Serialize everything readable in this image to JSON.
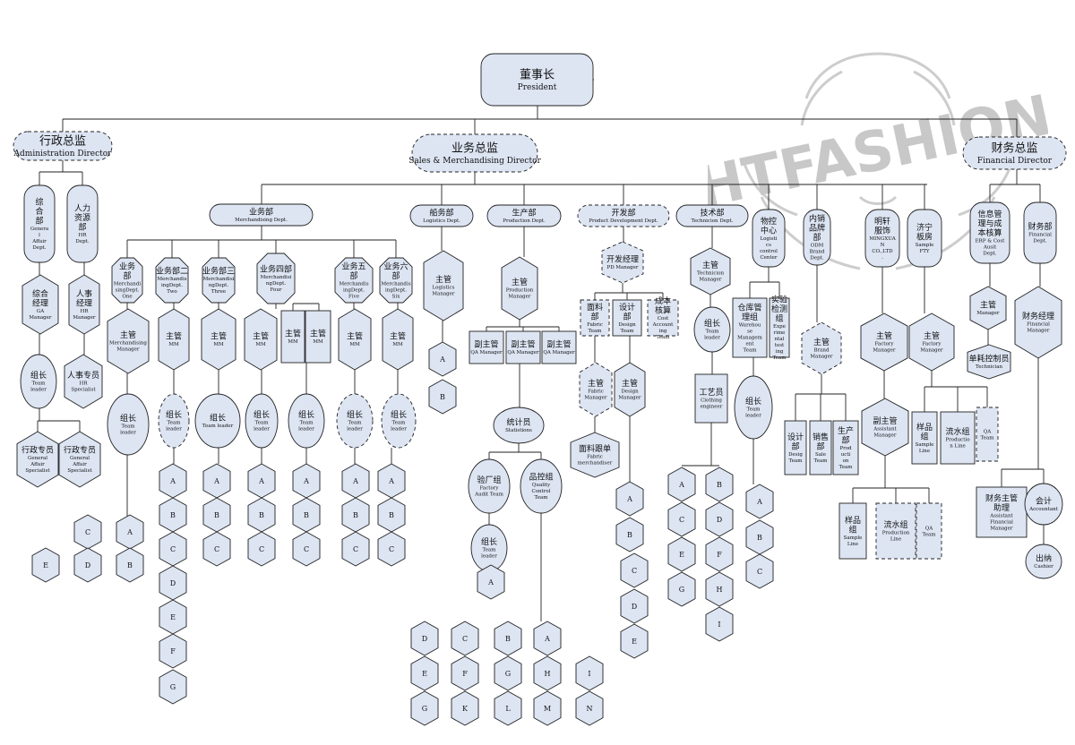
{
  "watermark": {
    "text": "HTFASHION",
    "color": "#c8c8c8"
  },
  "colors": {
    "fill": "#dde5f3",
    "stroke": "#222222",
    "text": "#111111"
  },
  "nodes": [
    {
      "id": "president",
      "shape": "rounded",
      "lines": [
        "董事长",
        "President"
      ],
      "big": true
    },
    {
      "id": "admin-dir",
      "shape": "pill",
      "dash": true,
      "lines": [
        "行政总监",
        "Administration Director"
      ],
      "big": true
    },
    {
      "id": "sales-dir",
      "shape": "pill",
      "dash": true,
      "lines": [
        "业务总监",
        "Sales & Merchandising Director"
      ],
      "big": true
    },
    {
      "id": "fin-dir",
      "shape": "pill",
      "dash": true,
      "lines": [
        "财务总监",
        "Financial Director"
      ],
      "big": true
    },
    {
      "id": "general-affair-dept",
      "shape": "pill-v",
      "lines": [
        "综",
        "合",
        "部",
        "Genera",
        "l",
        "Affair",
        "Dept."
      ]
    },
    {
      "id": "hr-dept",
      "shape": "pill-v",
      "lines": [
        "人力",
        "资源",
        "部",
        "HR",
        "Dept."
      ]
    },
    {
      "id": "ga-manager",
      "shape": "hex",
      "lines": [
        "综合",
        "经理",
        "GA",
        "Manager"
      ]
    },
    {
      "id": "hr-manager",
      "shape": "hex",
      "lines": [
        "人事",
        "经理",
        "HR",
        "Manager"
      ]
    },
    {
      "id": "ga-team-leader",
      "shape": "oval",
      "lines": [
        "组长",
        "Team",
        "leader"
      ]
    },
    {
      "id": "hr-specialist",
      "shape": "hex",
      "lines": [
        "人事专员",
        "HR",
        "Specialist"
      ]
    },
    {
      "id": "ga-specialist-1",
      "shape": "hex",
      "lines": [
        "行政专员",
        "General",
        "Affair",
        "Specialist"
      ]
    },
    {
      "id": "ga-specialist-2",
      "shape": "hex",
      "lines": [
        "行政专员",
        "General",
        "Affair",
        "Specialist"
      ]
    },
    {
      "id": "merch-dept",
      "shape": "pill",
      "lines": [
        "业务部",
        "Merchandising Dept."
      ]
    },
    {
      "id": "merch-1",
      "shape": "hex-v",
      "lines": [
        "业务",
        "部",
        "Merchandi",
        "singDept.",
        "One"
      ]
    },
    {
      "id": "merch-2",
      "shape": "hex-v",
      "lines": [
        "业务部二",
        "Merchandis",
        "ingDept.",
        "Two"
      ]
    },
    {
      "id": "merch-3",
      "shape": "hex-v",
      "lines": [
        "业务部三",
        "Merchandisi",
        "ngDept.",
        "Three"
      ]
    },
    {
      "id": "merch-4",
      "shape": "hex-v",
      "lines": [
        "业务四部",
        "Merchandisi",
        "ngDept.",
        "Four"
      ]
    },
    {
      "id": "merch-5",
      "shape": "hex-v",
      "lines": [
        "业务五",
        "部",
        "Merchandis",
        "ingDept.",
        "Five"
      ]
    },
    {
      "id": "merch-6",
      "shape": "hex-v",
      "lines": [
        "业务六",
        "部",
        "Merchandis",
        "ingDept.",
        "Six"
      ]
    },
    {
      "id": "m1-manager",
      "shape": "hex",
      "lines": [
        "主管",
        "Merchandising",
        "Manager"
      ]
    },
    {
      "id": "m2-mm",
      "shape": "hex",
      "lines": [
        "主管",
        "MM"
      ]
    },
    {
      "id": "m3-mm",
      "shape": "hex",
      "lines": [
        "主管",
        "MM"
      ]
    },
    {
      "id": "m4-mm",
      "shape": "hex",
      "lines": [
        "主管",
        "MM"
      ]
    },
    {
      "id": "m4-mm-a",
      "shape": "rect",
      "lines": [
        "主管",
        "MM"
      ]
    },
    {
      "id": "m4-mm-b",
      "shape": "rect",
      "lines": [
        "主管",
        "MM"
      ]
    },
    {
      "id": "m5-mm",
      "shape": "hex",
      "lines": [
        "主管",
        "MM"
      ]
    },
    {
      "id": "m6-mm",
      "shape": "hex",
      "lines": [
        "主管",
        "MM"
      ]
    },
    {
      "id": "m1-leader",
      "shape": "oval",
      "lines": [
        "组长",
        "Team",
        "leader"
      ]
    },
    {
      "id": "m2-leader",
      "shape": "oval",
      "dash": true,
      "lines": [
        "组长",
        "Team",
        "leader"
      ]
    },
    {
      "id": "m3-leader",
      "shape": "oval",
      "lines": [
        "组长",
        "Team leader"
      ]
    },
    {
      "id": "m4-leader-a",
      "shape": "oval",
      "lines": [
        "组长",
        "Team",
        "leader"
      ]
    },
    {
      "id": "m4-leader-b",
      "shape": "oval",
      "lines": [
        "组长",
        "Team",
        "leader"
      ]
    },
    {
      "id": "m5-leader",
      "shape": "oval",
      "dash": true,
      "lines": [
        "组长",
        "Team",
        "leader"
      ]
    },
    {
      "id": "m6-leader",
      "shape": "oval",
      "dash": true,
      "lines": [
        "组长",
        "Team",
        "leader"
      ]
    },
    {
      "id": "logistics-dept",
      "shape": "pill",
      "lines": [
        "船务部",
        "Logistics Dept."
      ]
    },
    {
      "id": "logistics-manager",
      "shape": "hex",
      "lines": [
        "主管",
        "Logistics",
        "Manager"
      ]
    },
    {
      "id": "production-dept",
      "shape": "pill",
      "lines": [
        "生产部",
        "Production Dept."
      ]
    },
    {
      "id": "production-manager",
      "shape": "hex",
      "lines": [
        "主管",
        "Production",
        "Manager"
      ]
    },
    {
      "id": "qa-manager-1",
      "shape": "rect",
      "lines": [
        "副主管",
        "QA Manager"
      ]
    },
    {
      "id": "qa-manager-2",
      "shape": "rect",
      "lines": [
        "副主管",
        "QA Manager"
      ]
    },
    {
      "id": "qa-manager-3",
      "shape": "rect",
      "lines": [
        "副主管",
        "QA Manager"
      ]
    },
    {
      "id": "statistics",
      "shape": "oval",
      "lines": [
        "统计员",
        "Statistions"
      ]
    },
    {
      "id": "audit-team",
      "shape": "oval",
      "lines": [
        "验厂组",
        "Factory",
        "Audit Team"
      ]
    },
    {
      "id": "qc-team",
      "shape": "oval",
      "lines": [
        "品控组",
        "Quality",
        "Control",
        "Team"
      ]
    },
    {
      "id": "audit-leader",
      "shape": "oval",
      "lines": [
        "组长",
        "Team",
        "leader"
      ]
    },
    {
      "id": "pd-dept",
      "shape": "pill",
      "dash": true,
      "lines": [
        "开发部",
        "Product Development Dept."
      ]
    },
    {
      "id": "pd-manager",
      "shape": "hex",
      "dash": true,
      "lines": [
        "开发经理",
        "PD Manager"
      ]
    },
    {
      "id": "fabric-team",
      "shape": "rect",
      "dash": true,
      "lines": [
        "面料",
        "部",
        "Fabric",
        "Team"
      ]
    },
    {
      "id": "design-team",
      "shape": "rect",
      "lines": [
        "设计",
        "部",
        "Design",
        "Team"
      ]
    },
    {
      "id": "cost-team",
      "shape": "rect",
      "dash": true,
      "lines": [
        "成本",
        "核算",
        "Cost",
        "Account",
        "ing",
        "Team"
      ]
    },
    {
      "id": "fabric-manager",
      "shape": "hex",
      "dash": true,
      "lines": [
        "主管",
        "Fabric",
        "Manager"
      ]
    },
    {
      "id": "design-manager",
      "shape": "hex",
      "lines": [
        "主管",
        "Design",
        "Manager"
      ]
    },
    {
      "id": "fabric-merch",
      "shape": "hex",
      "lines": [
        "面料跟单",
        "Fabric",
        "merchandiser"
      ]
    },
    {
      "id": "tech-dept",
      "shape": "pill",
      "lines": [
        "技术部",
        "Technicion Dept."
      ]
    },
    {
      "id": "tech-manager",
      "shape": "hex",
      "lines": [
        "主管",
        "Technicion",
        "Manager"
      ]
    },
    {
      "id": "tech-leader",
      "shape": "oval",
      "lines": [
        "组长",
        "Team",
        "leader"
      ]
    },
    {
      "id": "clothing-engineer",
      "shape": "rect",
      "lines": [
        "工艺员",
        "Clothing",
        "engineer"
      ]
    },
    {
      "id": "logistics-center",
      "shape": "pill-v",
      "lines": [
        "物控",
        "中心",
        "Logisti",
        "cs",
        "control",
        "Center"
      ]
    },
    {
      "id": "warehouse-team",
      "shape": "rect",
      "lines": [
        "仓库管",
        "理组",
        "Warehou",
        "se",
        "Managem",
        "ent",
        "Team"
      ]
    },
    {
      "id": "exp-team",
      "shape": "rect",
      "lines": [
        "实验",
        "检测",
        "组",
        "Expe",
        "rime",
        "ntal",
        "test",
        "ing",
        "Team"
      ]
    },
    {
      "id": "wh-leader",
      "shape": "oval",
      "lines": [
        "组长",
        "Team",
        "leader"
      ]
    },
    {
      "id": "odm-dept",
      "shape": "pill-v",
      "lines": [
        "内销",
        "品牌",
        "部",
        "ODM",
        "Brand",
        "Dept."
      ]
    },
    {
      "id": "brand-manager",
      "shape": "hex",
      "dash": true,
      "lines": [
        "主管",
        "Brand",
        "Manager"
      ]
    },
    {
      "id": "odm-design",
      "shape": "rect",
      "lines": [
        "设计",
        "部",
        "Desig",
        "Team"
      ]
    },
    {
      "id": "odm-sales",
      "shape": "rect",
      "lines": [
        "销售",
        "部",
        "Sale",
        "Team"
      ]
    },
    {
      "id": "odm-production",
      "shape": "rect",
      "lines": [
        "生产",
        "部",
        "Prod",
        "ucti",
        "on",
        "Team"
      ]
    },
    {
      "id": "mingxuan",
      "shape": "pill-v",
      "lines": [
        "明轩",
        "服饰",
        "MINGXUA",
        "N",
        "CO.,LTD",
        "."
      ]
    },
    {
      "id": "mx-factory-manager",
      "shape": "hex",
      "lines": [
        "主管",
        "Factory",
        "Manager"
      ]
    },
    {
      "id": "mx-assistant-manager",
      "shape": "hex",
      "lines": [
        "副主管",
        "Assistant",
        "Manager"
      ]
    },
    {
      "id": "mx-sample",
      "shape": "rect",
      "lines": [
        "样品",
        "组",
        "Sample",
        "Line"
      ]
    },
    {
      "id": "mx-production",
      "shape": "rect",
      "dash": true,
      "lines": [
        "流水组",
        "Production",
        "Line"
      ]
    },
    {
      "id": "mx-qa",
      "shape": "rect",
      "dash": true,
      "lines": [
        "QA",
        "Team"
      ]
    },
    {
      "id": "sample-fty",
      "shape": "pill-v",
      "lines": [
        "济宁",
        "板房",
        "Sample",
        "FTY"
      ]
    },
    {
      "id": "sf-factory-manager",
      "shape": "hex",
      "lines": [
        "主管",
        "Factory",
        "Manager"
      ]
    },
    {
      "id": "sf-sample",
      "shape": "rect",
      "lines": [
        "样品",
        "组",
        "Sample",
        "Line"
      ]
    },
    {
      "id": "sf-production",
      "shape": "rect",
      "lines": [
        "流水组",
        "Productio",
        "n Line"
      ]
    },
    {
      "id": "sf-qa",
      "shape": "rect",
      "dash": true,
      "lines": [
        "QA",
        "Team"
      ]
    },
    {
      "id": "erp-dept",
      "shape": "pill-v",
      "lines": [
        "信息管",
        "理与成",
        "本核算",
        "ERP & Cost",
        "Ausit",
        "Dept."
      ]
    },
    {
      "id": "erp-manager",
      "shape": "hex",
      "lines": [
        "主管",
        "Manager"
      ]
    },
    {
      "id": "technician",
      "shape": "hex",
      "lines": [
        "单耗控制员",
        "Technician"
      ]
    },
    {
      "id": "finance-dept",
      "shape": "pill-v",
      "lines": [
        "财务部",
        "Financial",
        "Dept."
      ]
    },
    {
      "id": "finance-manager",
      "shape": "hex",
      "lines": [
        "财务经理",
        "Financial",
        "Manager"
      ]
    },
    {
      "id": "assistant-fm",
      "shape": "rect",
      "lines": [
        "财务主管",
        "助理",
        "Assistant",
        "Financial",
        "Manager"
      ]
    },
    {
      "id": "accountant",
      "shape": "oval",
      "lines": [
        "会计",
        "Accountant"
      ]
    },
    {
      "id": "cashier",
      "shape": "oval",
      "lines": [
        "出纳",
        "Cashier"
      ]
    }
  ],
  "team_hexes": [
    {
      "group": "ga",
      "labels": [
        "C",
        "A",
        "E",
        "D",
        "B"
      ]
    },
    {
      "group": "m2",
      "labels": [
        "A",
        "B",
        "C",
        "D",
        "E",
        "F",
        "G"
      ]
    },
    {
      "group": "m3",
      "labels": [
        "A",
        "B",
        "C"
      ]
    },
    {
      "group": "m4a",
      "labels": [
        "A",
        "B",
        "C"
      ]
    },
    {
      "group": "m4b",
      "labels": [
        "A",
        "B",
        "C"
      ]
    },
    {
      "group": "m5",
      "labels": [
        "A",
        "B",
        "C"
      ]
    },
    {
      "group": "m6",
      "labels": [
        "A",
        "B",
        "C"
      ]
    },
    {
      "group": "log",
      "labels": [
        "A",
        "B"
      ]
    },
    {
      "group": "audit",
      "labels": [
        "A"
      ]
    },
    {
      "group": "qc",
      "labels": [
        "D",
        "C",
        "B",
        "A",
        "E",
        "F",
        "G",
        "H",
        "I",
        "G",
        "K",
        "L",
        "M",
        "N"
      ]
    },
    {
      "group": "design",
      "labels": [
        "A",
        "B",
        "C",
        "D",
        "E"
      ]
    },
    {
      "group": "tech",
      "labels": [
        "A",
        "B",
        "C",
        "D",
        "E",
        "F",
        "G",
        "H",
        "I"
      ]
    },
    {
      "group": "wh",
      "labels": [
        "A",
        "B",
        "C"
      ]
    }
  ]
}
